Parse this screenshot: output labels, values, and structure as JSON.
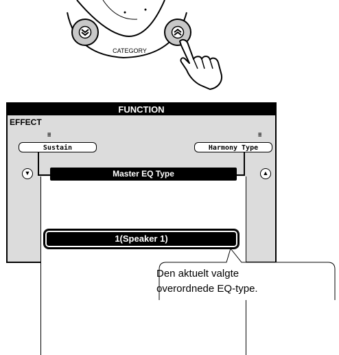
{
  "dial": {
    "category_label": "CATEGORY",
    "left_button_icon": "double-chevron-down-icon",
    "right_button_icon": "double-chevron-up-icon",
    "hand_icon": "pointing-hand-icon"
  },
  "function_panel": {
    "header": "FUNCTION",
    "section_label": "EFFECT",
    "left_item": "Sustain",
    "right_item": "Harmony Type",
    "title": "Master EQ Type",
    "value": "1(Speaker 1)",
    "left_button_icon": "circle-down-icon",
    "right_button_icon": "circle-up-icon",
    "tick_glyph": "≡"
  },
  "callout": {
    "line1": "Den aktuelt valgte",
    "line2": "overordnede EQ-type."
  },
  "colors": {
    "panel_bg": "#dcdcdc",
    "button_gray": "#c8c8c8",
    "black": "#000000"
  }
}
